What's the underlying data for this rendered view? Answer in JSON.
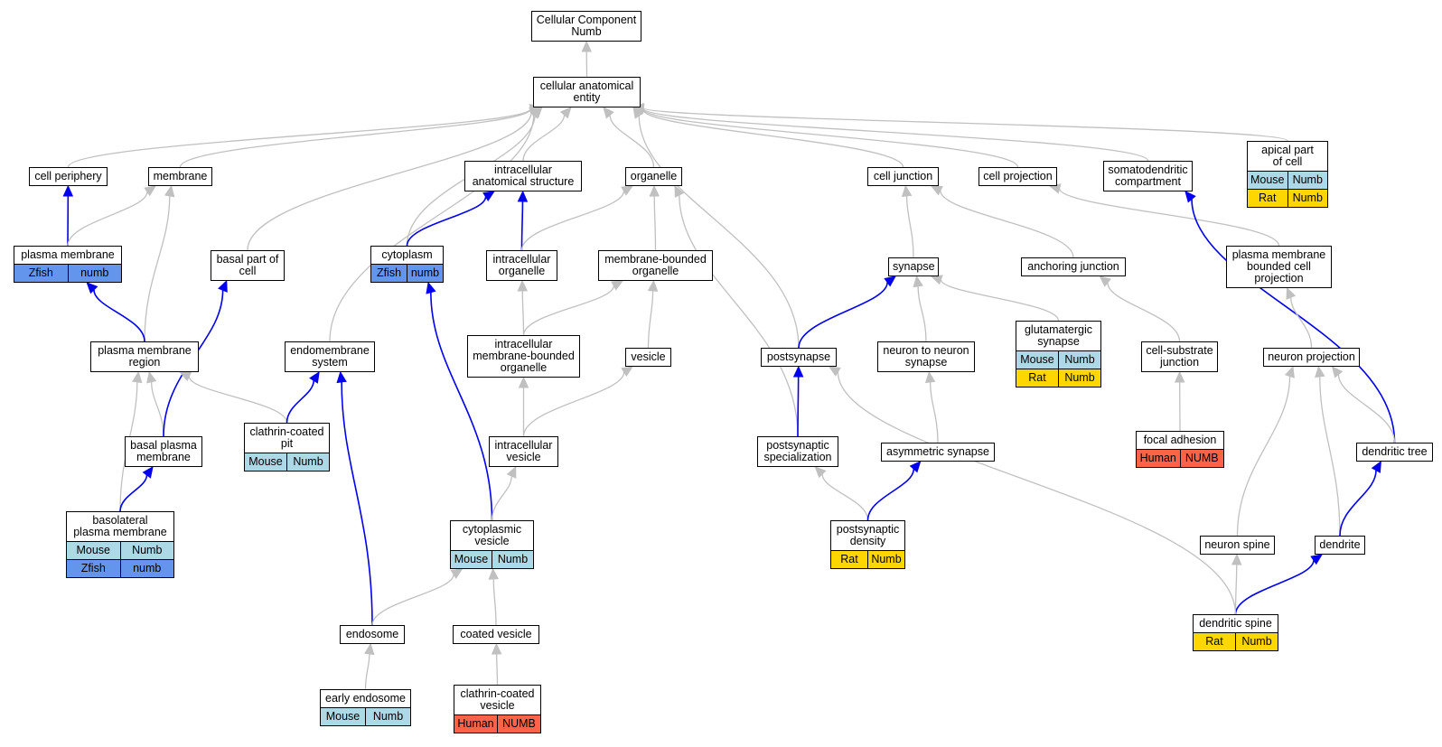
{
  "colors": {
    "edge_gray": "#c0c0c0",
    "edge_blue": "#0000ee",
    "Mouse": "#add8e6",
    "Rat": "#ffd700",
    "Human": "#ff6347",
    "Zfish": "#6495ed"
  },
  "nodes": [
    {
      "id": "root",
      "lines": [
        "Cellular Component",
        "Numb"
      ],
      "species": []
    },
    {
      "id": "cae",
      "lines": [
        "cellular anatomical",
        "entity"
      ],
      "species": []
    },
    {
      "id": "cp",
      "lines": [
        "cell periphery"
      ],
      "species": []
    },
    {
      "id": "mem",
      "lines": [
        "membrane"
      ],
      "species": []
    },
    {
      "id": "ias",
      "lines": [
        "intracellular",
        "anatomical structure"
      ],
      "species": []
    },
    {
      "id": "org",
      "lines": [
        "organelle"
      ],
      "species": []
    },
    {
      "id": "cj",
      "lines": [
        "cell junction"
      ],
      "species": []
    },
    {
      "id": "cproj",
      "lines": [
        "cell projection"
      ],
      "species": []
    },
    {
      "id": "sdc",
      "lines": [
        "somatodendritic",
        "compartment"
      ],
      "species": []
    },
    {
      "id": "apc",
      "lines": [
        "apical part",
        "of cell"
      ],
      "species": [
        {
          "sp": "Mouse",
          "gene": "Numb"
        },
        {
          "sp": "Rat",
          "gene": "Numb"
        }
      ]
    },
    {
      "id": "pm",
      "lines": [
        "plasma membrane"
      ],
      "species": [
        {
          "sp": "Zfish",
          "gene": "numb"
        }
      ]
    },
    {
      "id": "bpc",
      "lines": [
        "basal part of",
        "cell"
      ],
      "species": []
    },
    {
      "id": "cyto",
      "lines": [
        "cytoplasm"
      ],
      "species": [
        {
          "sp": "Zfish",
          "gene": "numb"
        }
      ]
    },
    {
      "id": "io",
      "lines": [
        "intracellular",
        "organelle"
      ],
      "species": []
    },
    {
      "id": "mbo",
      "lines": [
        "membrane-bounded",
        "organelle"
      ],
      "species": []
    },
    {
      "id": "syn",
      "lines": [
        "synapse"
      ],
      "species": []
    },
    {
      "id": "aj",
      "lines": [
        "anchoring junction"
      ],
      "species": []
    },
    {
      "id": "pmbcp",
      "lines": [
        "plasma membrane",
        "bounded cell",
        "projection"
      ],
      "species": []
    },
    {
      "id": "pmr",
      "lines": [
        "plasma membrane",
        "region"
      ],
      "species": []
    },
    {
      "id": "ems",
      "lines": [
        "endomembrane",
        "system"
      ],
      "species": []
    },
    {
      "id": "imbo",
      "lines": [
        "intracellular",
        "membrane-bounded",
        "organelle"
      ],
      "species": []
    },
    {
      "id": "ves",
      "lines": [
        "vesicle"
      ],
      "species": []
    },
    {
      "id": "psyn",
      "lines": [
        "postsynapse"
      ],
      "species": []
    },
    {
      "id": "nns",
      "lines": [
        "neuron to neuron",
        "synapse"
      ],
      "species": []
    },
    {
      "id": "glut",
      "lines": [
        "glutamatergic",
        "synapse"
      ],
      "species": [
        {
          "sp": "Mouse",
          "gene": "Numb"
        },
        {
          "sp": "Rat",
          "gene": "Numb"
        }
      ]
    },
    {
      "id": "csj",
      "lines": [
        "cell-substrate",
        "junction"
      ],
      "species": []
    },
    {
      "id": "np",
      "lines": [
        "neuron projection"
      ],
      "species": []
    },
    {
      "id": "bpm",
      "lines": [
        "basal plasma",
        "membrane"
      ],
      "species": []
    },
    {
      "id": "ccp",
      "lines": [
        "clathrin-coated",
        "pit"
      ],
      "species": [
        {
          "sp": "Mouse",
          "gene": "Numb"
        }
      ]
    },
    {
      "id": "iv",
      "lines": [
        "intracellular",
        "vesicle"
      ],
      "species": []
    },
    {
      "id": "pss",
      "lines": [
        "postsynaptic",
        "specialization"
      ],
      "species": []
    },
    {
      "id": "asyn",
      "lines": [
        "asymmetric synapse"
      ],
      "species": []
    },
    {
      "id": "fa",
      "lines": [
        "focal adhesion"
      ],
      "species": [
        {
          "sp": "Human",
          "gene": "NUMB"
        }
      ]
    },
    {
      "id": "dt",
      "lines": [
        "dendritic tree"
      ],
      "species": []
    },
    {
      "id": "blpm",
      "lines": [
        "basolateral",
        "plasma membrane"
      ],
      "species": [
        {
          "sp": "Mouse",
          "gene": "Numb"
        },
        {
          "sp": "Zfish",
          "gene": "numb"
        }
      ]
    },
    {
      "id": "cv",
      "lines": [
        "cytoplasmic",
        "vesicle"
      ],
      "species": [
        {
          "sp": "Mouse",
          "gene": "Numb"
        }
      ]
    },
    {
      "id": "psd",
      "lines": [
        "postsynaptic",
        "density"
      ],
      "species": [
        {
          "sp": "Rat",
          "gene": "Numb"
        }
      ]
    },
    {
      "id": "ns",
      "lines": [
        "neuron spine"
      ],
      "species": []
    },
    {
      "id": "den",
      "lines": [
        "dendrite"
      ],
      "species": []
    },
    {
      "id": "endo",
      "lines": [
        "endosome"
      ],
      "species": []
    },
    {
      "id": "coatv",
      "lines": [
        "coated vesicle"
      ],
      "species": []
    },
    {
      "id": "ds",
      "lines": [
        "dendritic spine"
      ],
      "species": [
        {
          "sp": "Rat",
          "gene": "Numb"
        }
      ]
    },
    {
      "id": "ee",
      "lines": [
        "early endosome"
      ],
      "species": [
        {
          "sp": "Mouse",
          "gene": "Numb"
        }
      ]
    },
    {
      "id": "ccv",
      "lines": [
        "clathrin-coated",
        "vesicle"
      ],
      "species": [
        {
          "sp": "Human",
          "gene": "NUMB"
        }
      ]
    }
  ],
  "edges": [
    {
      "from": "cae",
      "to": "root",
      "kind": "gray"
    },
    {
      "from": "cp",
      "to": "cae",
      "kind": "gray"
    },
    {
      "from": "mem",
      "to": "cae",
      "kind": "gray"
    },
    {
      "from": "ias",
      "to": "cae",
      "kind": "gray"
    },
    {
      "from": "org",
      "to": "cae",
      "kind": "gray"
    },
    {
      "from": "cj",
      "to": "cae",
      "kind": "gray"
    },
    {
      "from": "cproj",
      "to": "cae",
      "kind": "gray"
    },
    {
      "from": "sdc",
      "to": "cae",
      "kind": "gray"
    },
    {
      "from": "apc",
      "to": "cae",
      "kind": "gray"
    },
    {
      "from": "bpc",
      "to": "cae",
      "kind": "gray"
    },
    {
      "from": "cyto",
      "to": "cae",
      "kind": "gray"
    },
    {
      "from": "ems",
      "to": "cae",
      "kind": "gray"
    },
    {
      "from": "psyn",
      "to": "cae",
      "kind": "gray"
    },
    {
      "from": "pm",
      "to": "cp",
      "kind": "blue"
    },
    {
      "from": "pm",
      "to": "mem",
      "kind": "gray"
    },
    {
      "from": "pmr",
      "to": "mem",
      "kind": "gray"
    },
    {
      "from": "pmr",
      "to": "pm",
      "kind": "blue"
    },
    {
      "from": "cyto",
      "to": "ias",
      "kind": "blue"
    },
    {
      "from": "io",
      "to": "ias",
      "kind": "blue"
    },
    {
      "from": "io",
      "to": "org",
      "kind": "gray"
    },
    {
      "from": "mbo",
      "to": "org",
      "kind": "gray"
    },
    {
      "from": "pss",
      "to": "org",
      "kind": "gray"
    },
    {
      "from": "imbo",
      "to": "io",
      "kind": "gray"
    },
    {
      "from": "imbo",
      "to": "mbo",
      "kind": "gray"
    },
    {
      "from": "ves",
      "to": "mbo",
      "kind": "gray"
    },
    {
      "from": "iv",
      "to": "imbo",
      "kind": "gray"
    },
    {
      "from": "iv",
      "to": "ves",
      "kind": "gray"
    },
    {
      "from": "syn",
      "to": "cj",
      "kind": "gray"
    },
    {
      "from": "aj",
      "to": "cj",
      "kind": "gray"
    },
    {
      "from": "pmbcp",
      "to": "cproj",
      "kind": "gray"
    },
    {
      "from": "dt",
      "to": "sdc",
      "kind": "blue"
    },
    {
      "from": "psyn",
      "to": "syn",
      "kind": "blue"
    },
    {
      "from": "nns",
      "to": "syn",
      "kind": "gray"
    },
    {
      "from": "glut",
      "to": "syn",
      "kind": "gray"
    },
    {
      "from": "csj",
      "to": "aj",
      "kind": "gray"
    },
    {
      "from": "np",
      "to": "pmbcp",
      "kind": "gray"
    },
    {
      "from": "bpm",
      "to": "pmr",
      "kind": "gray"
    },
    {
      "from": "bpm",
      "to": "bpc",
      "kind": "blue"
    },
    {
      "from": "ccp",
      "to": "pmr",
      "kind": "gray"
    },
    {
      "from": "ccp",
      "to": "ems",
      "kind": "blue"
    },
    {
      "from": "blpm",
      "to": "pmr",
      "kind": "gray"
    },
    {
      "from": "blpm",
      "to": "bpm",
      "kind": "blue"
    },
    {
      "from": "endo",
      "to": "ems",
      "kind": "blue"
    },
    {
      "from": "cv",
      "to": "cyto",
      "kind": "blue"
    },
    {
      "from": "cv",
      "to": "iv",
      "kind": "gray"
    },
    {
      "from": "endo",
      "to": "cv",
      "kind": "gray"
    },
    {
      "from": "coatv",
      "to": "cv",
      "kind": "gray"
    },
    {
      "from": "ee",
      "to": "endo",
      "kind": "gray"
    },
    {
      "from": "ccv",
      "to": "coatv",
      "kind": "gray"
    },
    {
      "from": "pss",
      "to": "psyn",
      "kind": "blue"
    },
    {
      "from": "psd",
      "to": "pss",
      "kind": "gray"
    },
    {
      "from": "psd",
      "to": "asyn",
      "kind": "blue"
    },
    {
      "from": "asyn",
      "to": "nns",
      "kind": "gray"
    },
    {
      "from": "fa",
      "to": "csj",
      "kind": "gray"
    },
    {
      "from": "ns",
      "to": "np",
      "kind": "gray"
    },
    {
      "from": "den",
      "to": "np",
      "kind": "gray"
    },
    {
      "from": "dt",
      "to": "np",
      "kind": "gray"
    },
    {
      "from": "den",
      "to": "dt",
      "kind": "blue"
    },
    {
      "from": "ds",
      "to": "ns",
      "kind": "gray"
    },
    {
      "from": "ds",
      "to": "den",
      "kind": "blue"
    },
    {
      "from": "ds",
      "to": "psyn",
      "kind": "gray"
    }
  ]
}
